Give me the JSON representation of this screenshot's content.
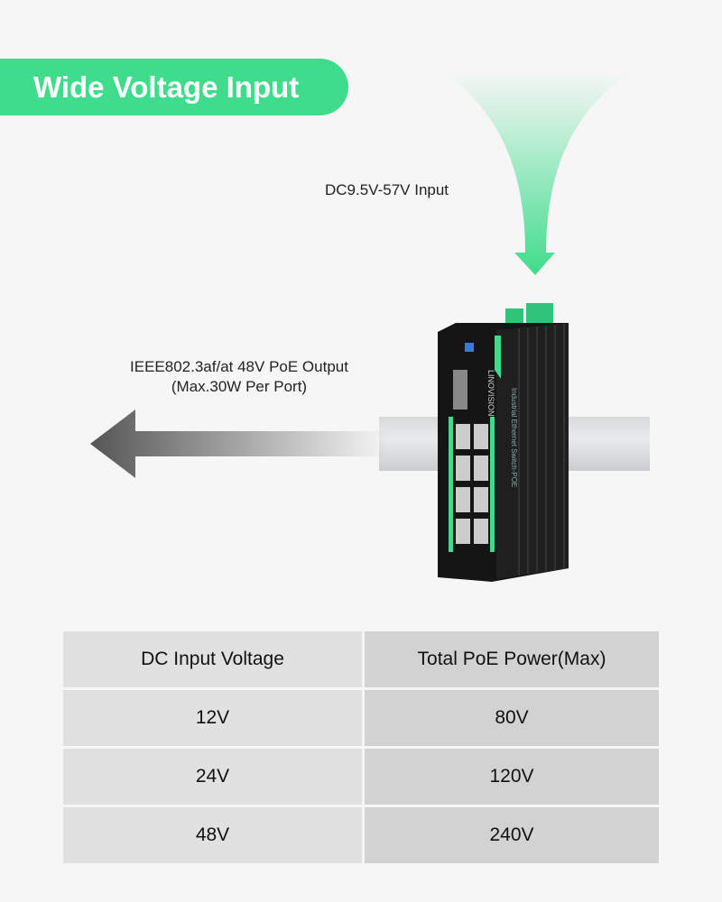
{
  "banner": {
    "title": "Wide Voltage Input"
  },
  "labels": {
    "input": "DC9.5V-57V Input",
    "output_line1": "IEEE802.3af/at 48V PoE Output",
    "output_line2": "(Max.30W Per Port)"
  },
  "device": {
    "brand": "LINOVISION",
    "side_text": "Industrial Ethernet Switch-POE"
  },
  "table": {
    "headers": [
      "DC Input Voltage",
      "Total PoE Power(Max)"
    ],
    "rows": [
      [
        "12V",
        "80V"
      ],
      [
        "24V",
        "120V"
      ],
      [
        "48V",
        "240V"
      ]
    ]
  },
  "colors": {
    "accent": "#3fdc8c"
  }
}
